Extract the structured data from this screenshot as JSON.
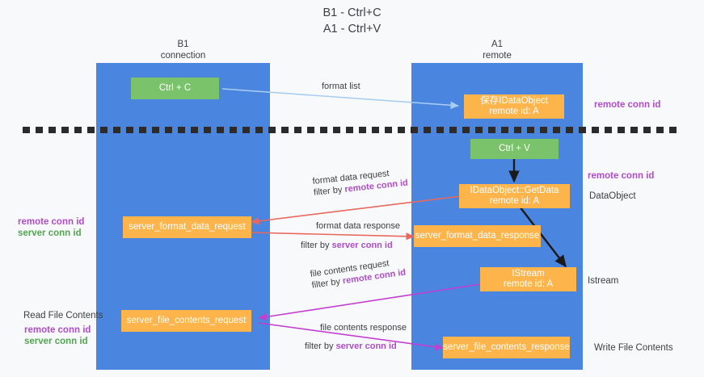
{
  "title": {
    "line1": "B1 - Ctrl+C",
    "line2": "A1 - Ctrl+V"
  },
  "lanes": [
    {
      "name": "B1",
      "sub": "connection"
    },
    {
      "name": "A1",
      "sub": "remote"
    }
  ],
  "nodes": {
    "ctrl_c": "Ctrl + C",
    "ctrl_v": "Ctrl + V",
    "save_dataobject_l1": "保存IDataObject",
    "save_dataobject_l2": "remote id: A",
    "getdata_l1": "IDataObject::GetData",
    "getdata_l2": "remote id: A",
    "istream_l1": "IStream",
    "istream_l2": "remote id: A",
    "server_format_data_request": "server_format_data_request",
    "server_format_data_response": "server_format_data_response",
    "server_file_contents_request": "server_file_contents_request",
    "server_file_contents_response": "server_file_contents_response"
  },
  "edge_labels": {
    "format_list": "format list",
    "format_data_request": "format data request",
    "format_data_request_filter_prefix": "filter by ",
    "format_data_request_filter_key": "remote conn id",
    "format_data_response": "format data response",
    "format_data_response_filter_prefix": "filter by ",
    "format_data_response_filter_key": "server conn id",
    "file_contents_request": "file contents request",
    "file_contents_request_filter_prefix": "filter by ",
    "file_contents_request_filter_key": "remote conn id",
    "file_contents_response": "file contents response",
    "file_contents_response_filter_prefix": "filter by ",
    "file_contents_response_filter_key": "server conn id"
  },
  "annotations": {
    "right_remote_conn_id_top": "remote conn id",
    "right_remote_conn_id_mid": "remote conn id",
    "right_dataobject": "DataObject",
    "right_istream": "Istream",
    "right_write_file_contents": "Write File Contents",
    "left_remote_conn_id": "remote conn id",
    "left_server_conn_id": "server conn id",
    "left_read_file_contents": "Read File Contents",
    "left_remote_conn_id_2": "remote conn id",
    "left_server_conn_id_2": "server conn id"
  },
  "colors": {
    "lane": "#4a86e0",
    "node_orange": "#fdb44b",
    "node_green": "#7ac36a",
    "arrow_blue": "#a9cdf0",
    "arrow_red": "#e8685d",
    "arrow_black": "#1a1a1a",
    "arrow_magenta": "#c23fd0",
    "key_magenta": "#b04ccc",
    "key_green": "#4fa84f",
    "divider": "#2b2b2b"
  }
}
